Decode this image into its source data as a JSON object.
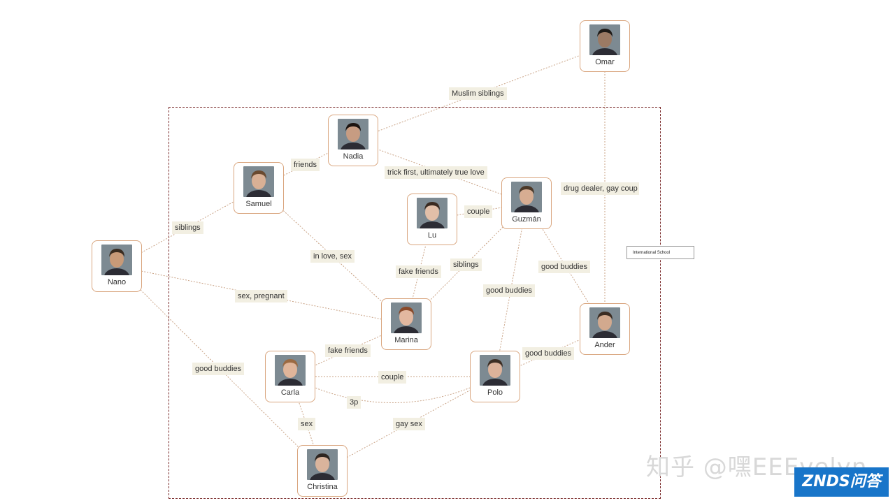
{
  "group": {
    "label": "International School"
  },
  "nodes": [
    {
      "id": "omar",
      "name": "Omar",
      "skin": "#9c7a64",
      "hair": "#1f1a17"
    },
    {
      "id": "nadia",
      "name": "Nadia",
      "skin": "#c79c82",
      "hair": "#1c1410"
    },
    {
      "id": "samuel",
      "name": "Samuel",
      "skin": "#d9b095",
      "hair": "#6a4a30"
    },
    {
      "id": "guzman",
      "name": "Guzmán",
      "skin": "#d7ad92",
      "hair": "#4b3828"
    },
    {
      "id": "lu",
      "name": "Lu",
      "skin": "#e2bfa8",
      "hair": "#3a2a20"
    },
    {
      "id": "nano",
      "name": "Nano",
      "skin": "#c89a78",
      "hair": "#3a2c20"
    },
    {
      "id": "marina",
      "name": "Marina",
      "skin": "#e3b8a0",
      "hair": "#8a4a2a"
    },
    {
      "id": "ander",
      "name": "Ander",
      "skin": "#d2a98e",
      "hair": "#3b2c22"
    },
    {
      "id": "carla",
      "name": "Carla",
      "skin": "#e0b59a",
      "hair": "#9b6a42"
    },
    {
      "id": "polo",
      "name": "Polo",
      "skin": "#dcb29a",
      "hair": "#3d2e24"
    },
    {
      "id": "christina",
      "name": "Christina",
      "skin": "#dab49c",
      "hair": "#2e2520"
    }
  ],
  "edges": [
    {
      "label": "Muslim siblings"
    },
    {
      "label": "friends"
    },
    {
      "label": "trick first, ultimately true love"
    },
    {
      "label": "drug dealer, gay coup"
    },
    {
      "label": "siblings"
    },
    {
      "label": "couple"
    },
    {
      "label": "in love, sex"
    },
    {
      "label": "fake friends"
    },
    {
      "label": "siblings"
    },
    {
      "label": "good buddies"
    },
    {
      "label": "good buddies"
    },
    {
      "label": "sex, pregnant"
    },
    {
      "label": "fake friends"
    },
    {
      "label": "good buddies"
    },
    {
      "label": "good buddies"
    },
    {
      "label": "couple"
    },
    {
      "label": "3p"
    },
    {
      "label": "sex"
    },
    {
      "label": "gay sex"
    }
  ],
  "watermark": "知乎 @嘿EEEvelyn",
  "logo": "ZNDS问答",
  "colors": {
    "edge": "#c9a386",
    "border": "#d9a57e",
    "label_bg": "#f2efe2",
    "boundary": "#7a2b2b"
  }
}
